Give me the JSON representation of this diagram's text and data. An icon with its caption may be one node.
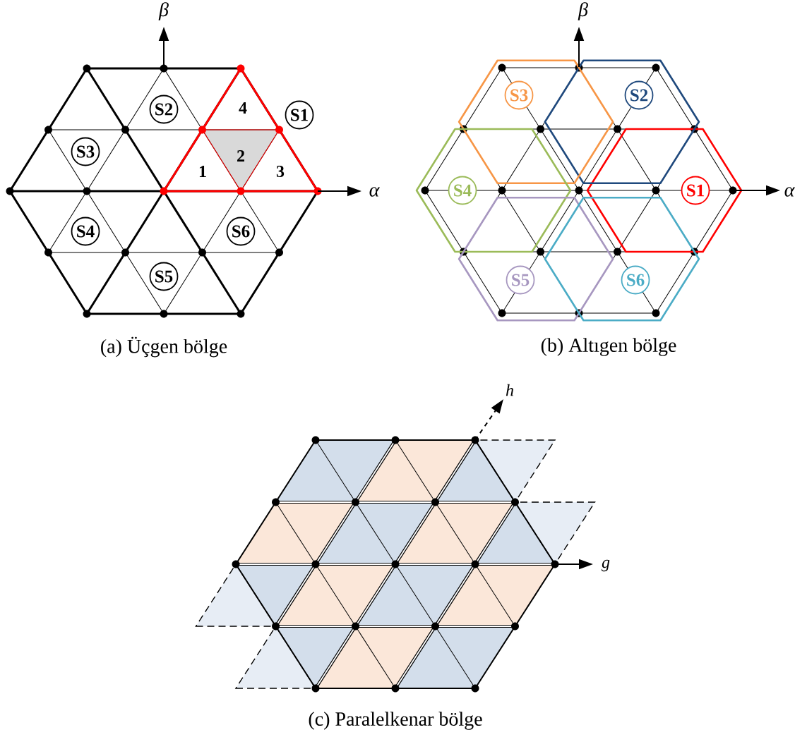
{
  "diagram": {
    "nodes": [
      {
        "text": [
          "S1"
        ]
      },
      {
        "text": [
          "S2"
        ]
      },
      {
        "text": [
          "S3"
        ]
      },
      {
        "text": [
          "S4"
        ]
      },
      {
        "text": [
          "S5"
        ]
      },
      {
        "text": [
          "S6"
        ]
      },
      {
        "text": [
          "S1"
        ]
      },
      {
        "text": [
          "S2"
        ]
      },
      {
        "text": [
          "S3"
        ]
      },
      {
        "text": [
          "S4"
        ]
      },
      {
        "text": [
          "S5"
        ]
      },
      {
        "text": [
          "S6"
        ]
      }
    ],
    "labels": [
      "β",
      "4",
      "2",
      "1",
      "3",
      "α",
      "(a) Üçgen bölge",
      "β",
      "α",
      "(b) Altıgen bölge",
      "h",
      "g",
      "(c) Paralelkenar bölge"
    ]
  }
}
